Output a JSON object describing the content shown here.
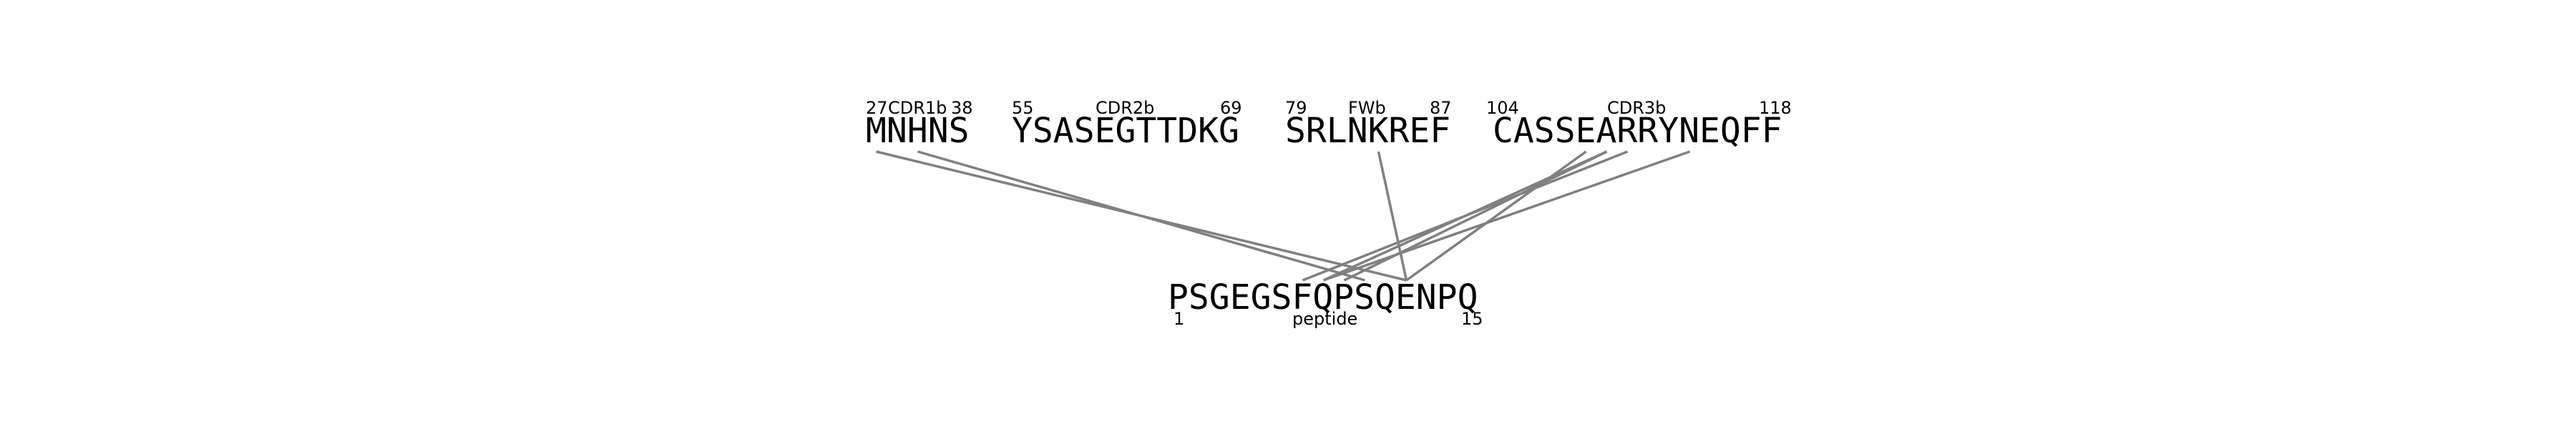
{
  "colors": {
    "link": "#808080",
    "text": "#000000",
    "background": "#ffffff"
  },
  "segments": [
    {
      "id": "cdr1b",
      "name": "CDR1b",
      "start": "27",
      "end": "38",
      "sequence": "MNHNS"
    },
    {
      "id": "cdr2b",
      "name": "CDR2b",
      "start": "55",
      "end": "69",
      "sequence": "YSASEGTTDKG"
    },
    {
      "id": "fwb",
      "name": "FWb",
      "start": "79",
      "end": "87",
      "sequence": "SRLNKREF"
    },
    {
      "id": "cdr3b",
      "name": "CDR3b",
      "start": "104",
      "end": "118",
      "sequence": "CASSEARRYNEQFF"
    }
  ],
  "peptide": {
    "name": "peptide",
    "start": "1",
    "end": "15",
    "sequence": "PSGEGSFQPSQENPQ"
  },
  "contacts": [
    {
      "segment": "cdr1b",
      "residue": 1,
      "peptide_residue": 12
    },
    {
      "segment": "cdr1b",
      "residue": 3,
      "peptide_residue": 10
    },
    {
      "segment": "fwb",
      "residue": 5,
      "peptide_residue": 12
    },
    {
      "segment": "cdr3b",
      "residue": 5,
      "peptide_residue": 12
    },
    {
      "segment": "cdr3b",
      "residue": 6,
      "peptide_residue": 9
    },
    {
      "segment": "cdr3b",
      "residue": 6,
      "peptide_residue": 8
    },
    {
      "segment": "cdr3b",
      "residue": 7,
      "peptide_residue": 7
    },
    {
      "segment": "cdr3b",
      "residue": 10,
      "peptide_residue": 8
    }
  ]
}
